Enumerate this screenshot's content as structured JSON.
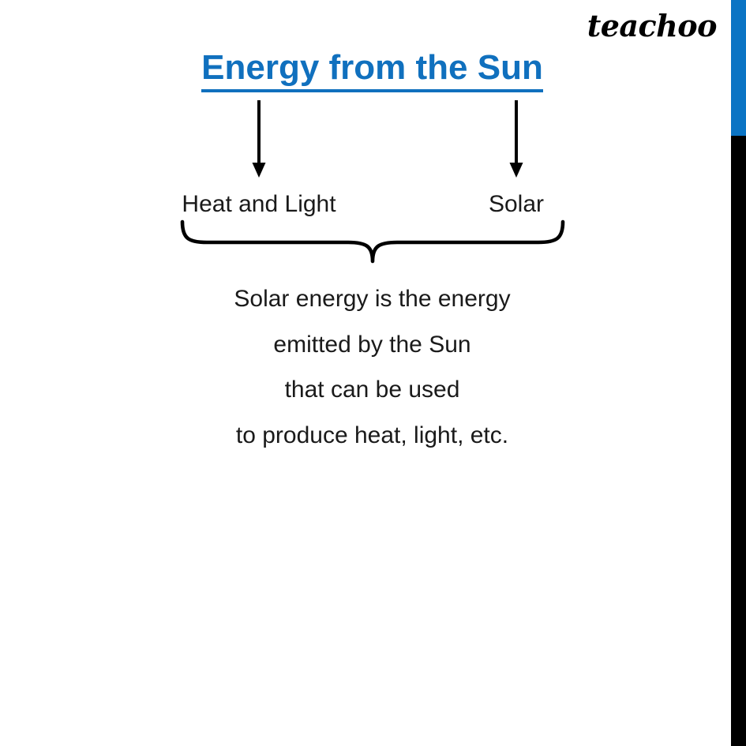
{
  "slide": {
    "title": "Energy from the Sun",
    "brand": "teachoo",
    "background_color": "#ffffff",
    "title_color": "#1070BE",
    "text_color": "#1a1a1a"
  },
  "edge_bars": {
    "blue_color": "#0B74C4",
    "black_color": "#000000"
  },
  "branches": [
    {
      "id": "heat-light",
      "label": "Heat and Light",
      "arrow_name": "down-arrow-icon"
    },
    {
      "id": "solar",
      "label": "Solar",
      "arrow_name": "down-arrow-icon"
    }
  ],
  "brace": {
    "name": "curly-brace-icon",
    "color": "#000000"
  },
  "definition": {
    "lines": [
      "Solar energy is the energy",
      "emitted by the Sun",
      "that can be used",
      "to produce heat, light, etc."
    ]
  }
}
